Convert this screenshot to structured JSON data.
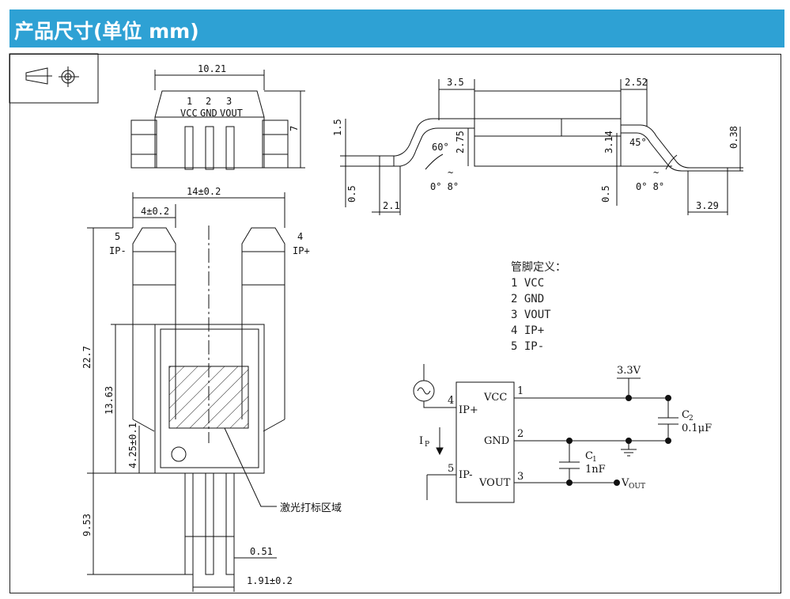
{
  "header": {
    "title": "产品尺寸(单位 mm)"
  },
  "colors": {
    "header_bg": "#2ea1d4",
    "line": "#111111",
    "pin_fill": "#ededed"
  },
  "projection_icon": "first-angle-projection-icon",
  "dimensions": {
    "top_width": "10.21",
    "top_height": "7",
    "pin_numbers": [
      "1",
      "2",
      "3"
    ],
    "pin_names": [
      "VCC",
      "GND",
      "VOUT"
    ],
    "overall_width": "14±0.2",
    "lead_width": "4±0.2",
    "total_height": "22.7",
    "body_height": "13.63",
    "standoff": "4.25±0.1",
    "pin_length": "9.53",
    "pin_width": "0.51",
    "pin_pitch": "1.91±0.2",
    "side_3_5": "3.5",
    "side_1_5": "1.5",
    "side_0_5_left": "0.5",
    "side_2_1": "2.1",
    "side_60": "60°",
    "side_2_75": "2.75",
    "side_0_8_left": "0°  8°",
    "side_2_52": "2.52",
    "side_3_14": "3.14",
    "side_45": "45°",
    "side_0_38": "0.38",
    "side_0_5_right": "0.5",
    "side_0_8_right": "0°  8°",
    "side_3_29": "3.29",
    "tilde": "~",
    "ip_minus_num": "5",
    "ip_minus": "IP-",
    "ip_plus_num": "4",
    "ip_plus": "IP+"
  },
  "laser_area": "激光打标区域",
  "pin_def": {
    "title": "管脚定义：",
    "items": [
      "1 VCC",
      "2 GND",
      "3 VOUT",
      "4 IP+",
      "5 IP-"
    ]
  },
  "schematic": {
    "vcc": "VCC",
    "gnd": "GND",
    "vout": "VOUT",
    "ip_plus": "IP+",
    "ip_minus": "IP-",
    "pin1": "1",
    "pin2": "2",
    "pin3": "3",
    "pin4": "4",
    "pin5": "5",
    "supply": "3.3V",
    "c1": "C",
    "c1_sub": "1",
    "c1_val": "1nF",
    "c2": "C",
    "c2_sub": "2",
    "c2_val": "0.1μF",
    "v_out": "V",
    "v_out_sub": "OUT",
    "ip": "I",
    "ip_sub": "P"
  }
}
